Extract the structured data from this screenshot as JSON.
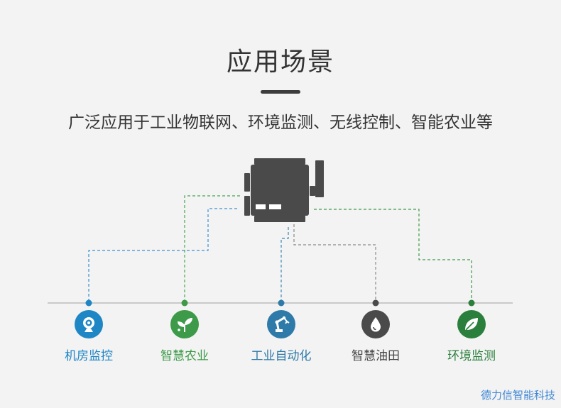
{
  "header": {
    "title": "应用场景",
    "subtitle": "广泛应用于工业物联网、环境监测、无线控制、智能农业等"
  },
  "device": {
    "icon": "wireless-module-icon",
    "color": "#4a4a4a"
  },
  "scenarios": [
    {
      "label": "机房监控",
      "icon": "camera-icon",
      "color": "#1f86c6",
      "line": "#3e90cf"
    },
    {
      "label": "智慧农业",
      "icon": "sprout-icon",
      "color": "#3c9a48",
      "line": "#46a552"
    },
    {
      "label": "工业自动化",
      "icon": "robot-arm-icon",
      "color": "#2e7aa8",
      "line": "#3a86b4"
    },
    {
      "label": "智慧油田",
      "icon": "oil-drop-icon",
      "color": "#4a4a4a",
      "line": "#8a8a8a"
    },
    {
      "label": "环境监测",
      "icon": "leaf-icon",
      "color": "#2a7f3c",
      "line": "#3b9a4a"
    }
  ],
  "footer": {
    "watermark": "德力信智能科技"
  }
}
